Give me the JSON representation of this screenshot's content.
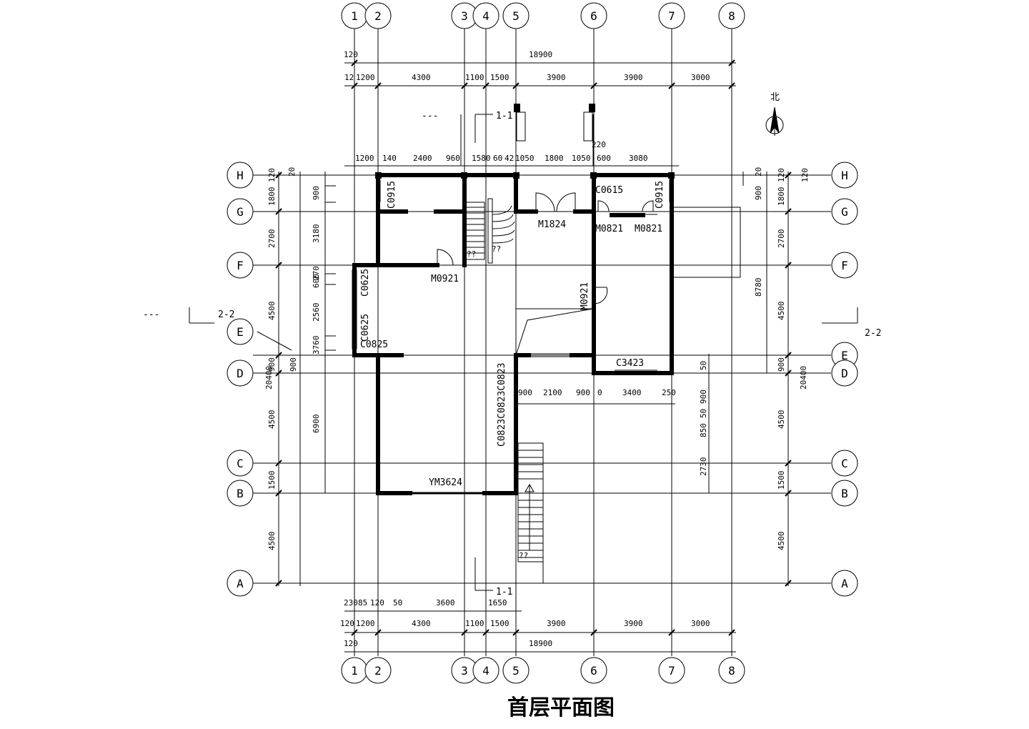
{
  "title": "首层平面图",
  "north_label": "北",
  "axes": {
    "vertical": [
      "1",
      "2",
      "3",
      "4",
      "5",
      "6",
      "7",
      "8"
    ],
    "horizontal": [
      "H",
      "G",
      "F",
      "E",
      "D",
      "C",
      "B",
      "A"
    ]
  },
  "dimensions": {
    "top_total": "18900",
    "top_offset": "120",
    "top_axis": [
      "12",
      "1200",
      "4300",
      "1100",
      "1500",
      "3900",
      "3900",
      "3000"
    ],
    "top_detail": [
      "1200",
      "140",
      "2400",
      "960",
      "1580",
      "60",
      "42",
      "1050",
      "1800",
      "1050",
      "600",
      "3080"
    ],
    "entry_width": "220",
    "bottom_detail": [
      "230",
      "85",
      "120",
      "50",
      "3600",
      "1650"
    ],
    "bottom_axis": [
      "120",
      "1200",
      "4300",
      "1100",
      "1500",
      "3900",
      "3900",
      "3000"
    ],
    "bottom_total": "18900",
    "bottom_offset": "120",
    "left_axis": [
      "120",
      "1800",
      "2700",
      "4500",
      "900",
      "4500",
      "1500",
      "4500"
    ],
    "left_total": "20400",
    "left_detail": [
      "20",
      "900",
      "3180",
      "270",
      "600",
      "2560",
      "3760",
      "900",
      "6900"
    ],
    "right_axis": [
      "1800",
      "2700",
      "4500",
      "900",
      "4500",
      "1500",
      "4500"
    ],
    "right_total": "20400",
    "right_outer": [
      "120",
      "20",
      "900",
      "120"
    ],
    "right_height": "8780",
    "right_inner": [
      "50",
      "900",
      "50",
      "850",
      "2730"
    ],
    "inner_d": [
      "900",
      "2100",
      "900",
      "0",
      "3400",
      "250"
    ]
  },
  "labels": {
    "windows": [
      "C0915",
      "C0625",
      "C0625",
      "C0825",
      "C0615",
      "C0915",
      "C3423",
      "C0823C0823C0823"
    ],
    "doors": [
      "M0921",
      "M1824",
      "M0821",
      "M0821",
      "M0921",
      "YM3624"
    ],
    "stair_mark": "??",
    "sections": [
      "1-1",
      "1-1",
      "2-2",
      "2-2"
    ],
    "dashes": "---"
  }
}
